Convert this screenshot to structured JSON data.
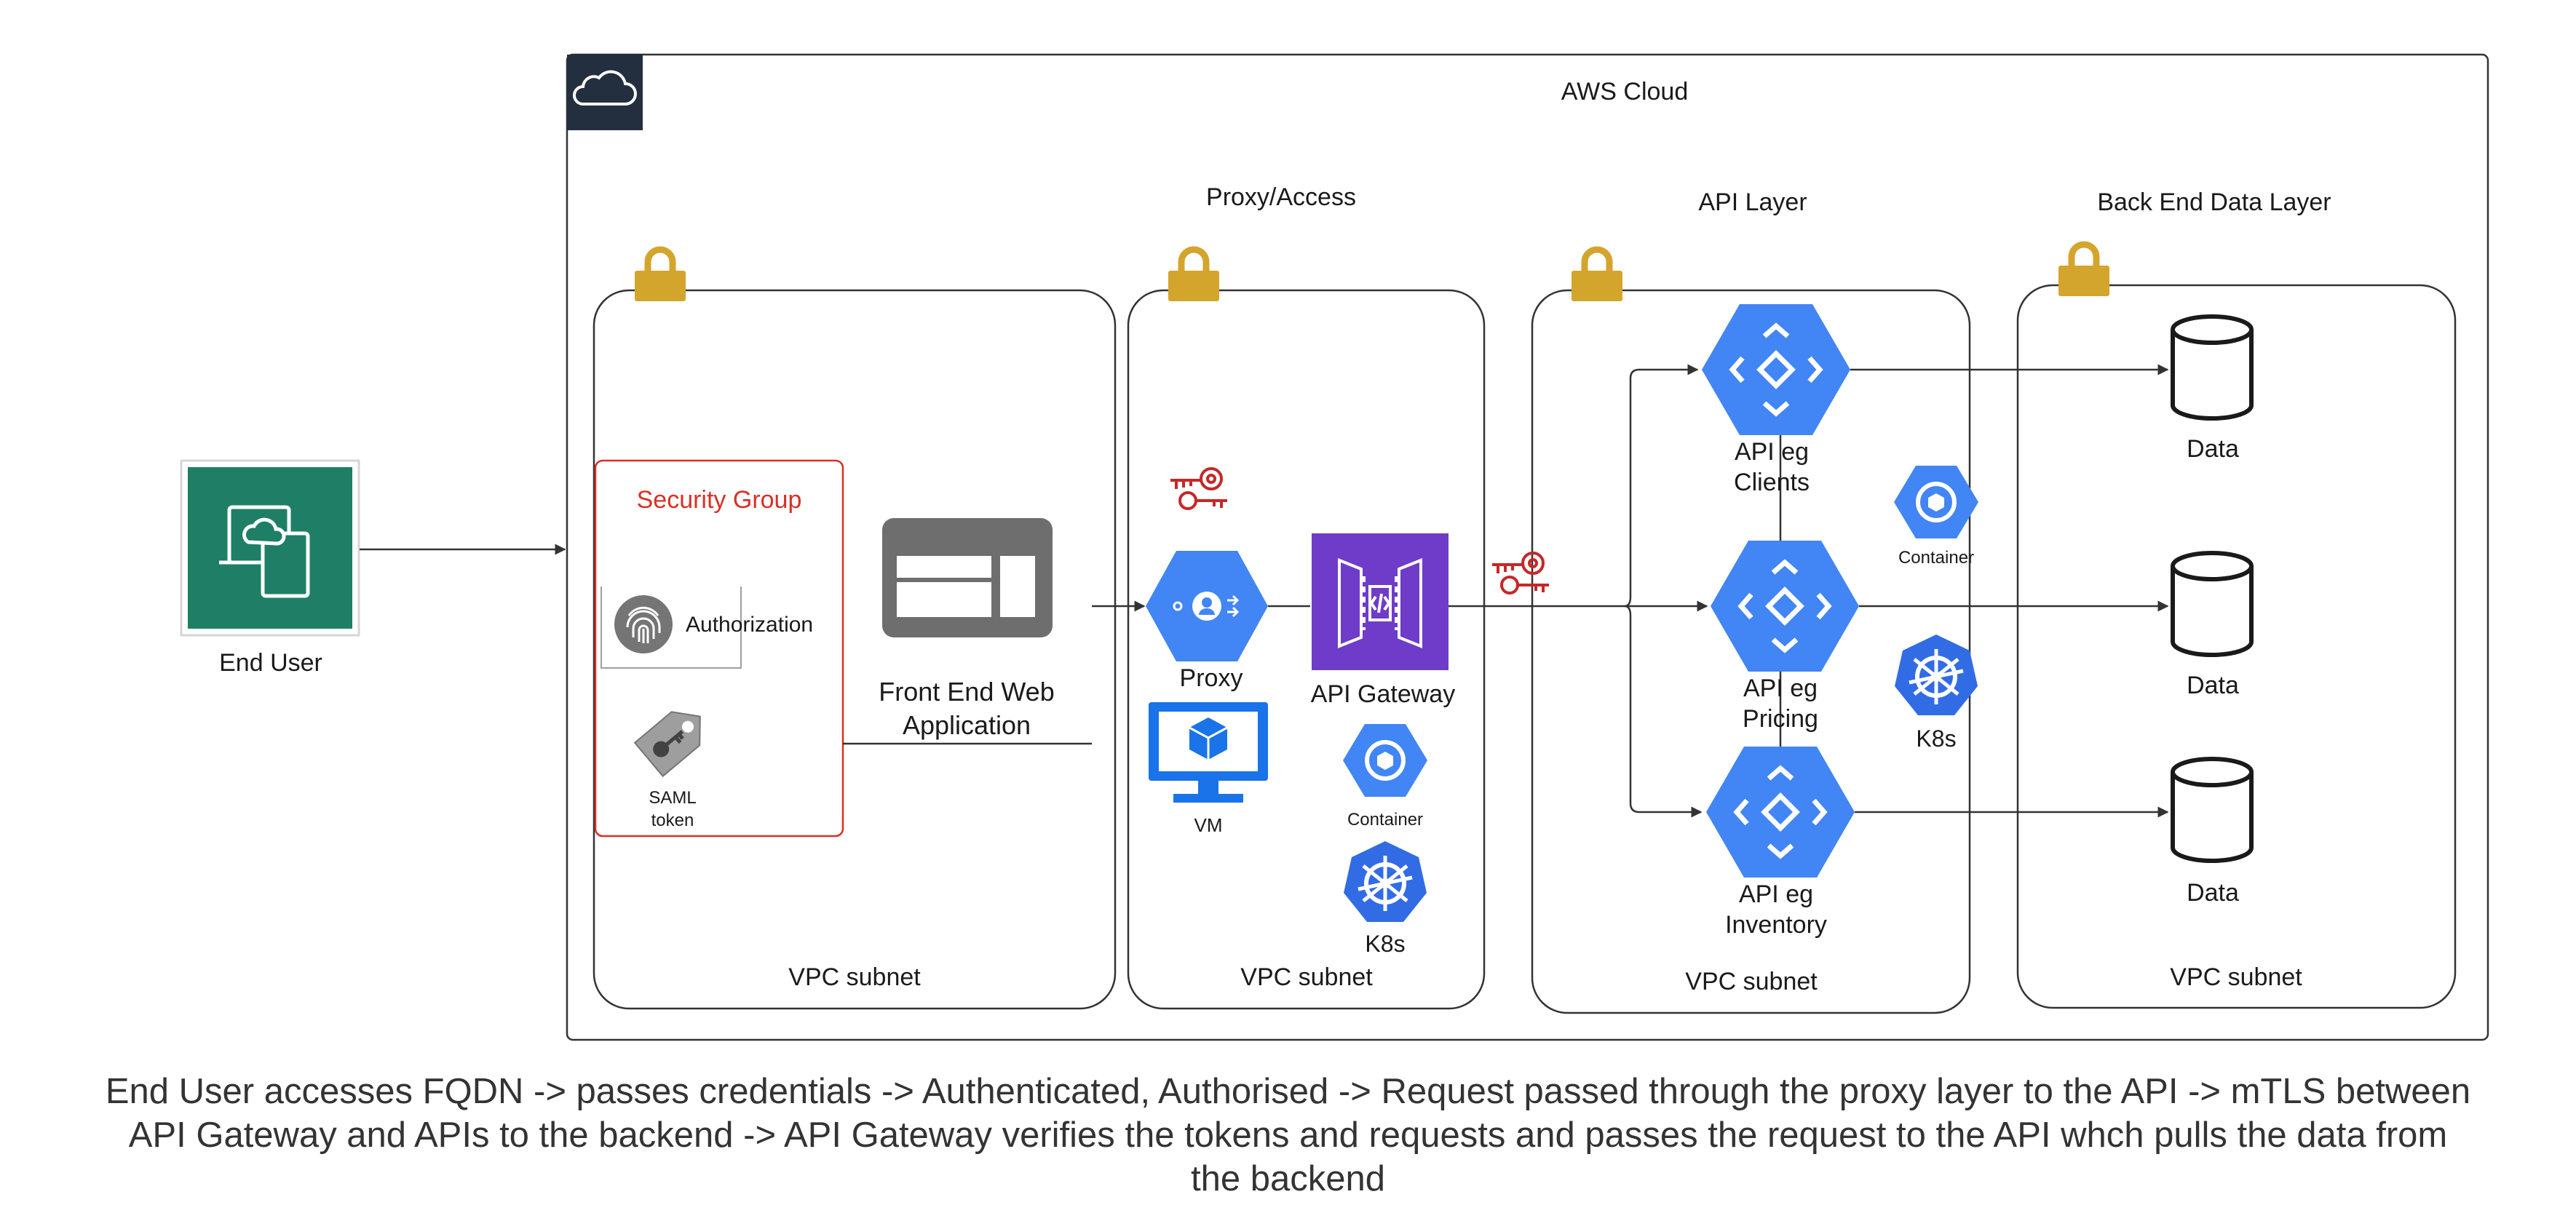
{
  "cloud": {
    "title": "AWS Cloud"
  },
  "layers": {
    "proxy": "Proxy/Access",
    "api": "API Layer",
    "backend": "Back End Data Layer"
  },
  "subnets": {
    "s1": "VPC subnet",
    "s2": "VPC subnet",
    "s3": "VPC subnet",
    "s4": "VPC subnet"
  },
  "end_user": {
    "label": "End User"
  },
  "security_group": {
    "title": "Security Group",
    "authorization": "Authorization",
    "saml_line1": "SAML",
    "saml_line2": "token"
  },
  "frontend": {
    "line1": "Front End Web",
    "line2": "Application"
  },
  "proxy_section": {
    "proxy": "Proxy",
    "vm": "VM",
    "gateway": "API Gateway",
    "container": "Container",
    "k8s": "K8s"
  },
  "api_section": {
    "api1_l1": "API eg",
    "api1_l2": "Clients",
    "api2_l1": "API eg",
    "api2_l2": "Pricing",
    "api3_l1": "API eg",
    "api3_l2": "Inventory",
    "container": "Container",
    "k8s": "K8s"
  },
  "data": {
    "d1": "Data",
    "d2": "Data",
    "d3": "Data"
  },
  "caption": {
    "line1": "End User accesses FQDN -> passes credentials -> Authenticated, Authorised -> Request passed through the proxy layer to the API -> mTLS between",
    "line2": "API Gateway and APIs to the backend -> API Gateway verifies the tokens and requests and passes the request to the API whch pulls the data from",
    "line3": "the backend"
  },
  "colors": {
    "aws_dark": "#232F3E",
    "lock": "#D4A52C",
    "gcp_blue": "#4285F4",
    "gateway_purple": "#6E3CC8",
    "end_user_green": "#1E7F66",
    "security_red": "#D93025",
    "vm_blue": "#1A73E8",
    "frontend_gray": "#6E6E6E"
  },
  "icons": [
    "cloud-icon",
    "workspaces-icon",
    "lock-icon",
    "fingerprint-icon",
    "tag-key-icon",
    "web-app-icon",
    "proxy-hex-icon",
    "vm-monitor-icon",
    "api-gateway-icon",
    "container-hex-icon",
    "k8s-wheel-icon",
    "endpoints-hex-icon",
    "key-icon",
    "database-cylinder-icon"
  ]
}
